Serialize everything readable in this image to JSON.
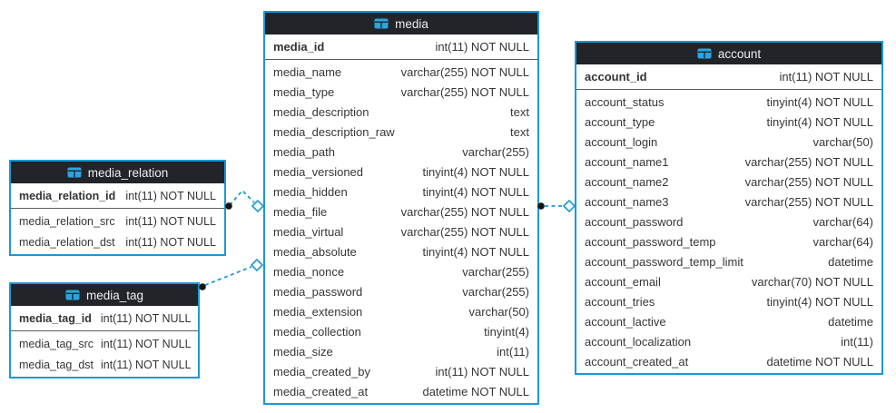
{
  "colors": {
    "accent_blue": "#1b98d4",
    "header_bg": "#212428",
    "header_text": "#edeff1",
    "row_text": "#363636",
    "pk_divider": "#5c5c5c",
    "connector_dot": "#141414",
    "icon_blue": "#2aa5e0"
  },
  "tables": {
    "media": {
      "title": "media",
      "icon": "table-icon",
      "primary_key": {
        "name": "media_id",
        "type": "int(11) NOT NULL"
      },
      "columns": [
        {
          "name": "media_name",
          "type": "varchar(255) NOT NULL"
        },
        {
          "name": "media_type",
          "type": "varchar(255) NOT NULL"
        },
        {
          "name": "media_description",
          "type": "text"
        },
        {
          "name": "media_description_raw",
          "type": "text"
        },
        {
          "name": "media_path",
          "type": "varchar(255)"
        },
        {
          "name": "media_versioned",
          "type": "tinyint(4) NOT NULL"
        },
        {
          "name": "media_hidden",
          "type": "tinyint(4) NOT NULL"
        },
        {
          "name": "media_file",
          "type": "varchar(255) NOT NULL"
        },
        {
          "name": "media_virtual",
          "type": "varchar(255) NOT NULL"
        },
        {
          "name": "media_absolute",
          "type": "tinyint(4) NOT NULL"
        },
        {
          "name": "media_nonce",
          "type": "varchar(255)"
        },
        {
          "name": "media_password",
          "type": "varchar(255)"
        },
        {
          "name": "media_extension",
          "type": "varchar(50)"
        },
        {
          "name": "media_collection",
          "type": "tinyint(4)"
        },
        {
          "name": "media_size",
          "type": "int(11)"
        },
        {
          "name": "media_created_by",
          "type": "int(11) NOT NULL"
        },
        {
          "name": "media_created_at",
          "type": "datetime NOT NULL"
        }
      ]
    },
    "account": {
      "title": "account",
      "icon": "table-icon",
      "primary_key": {
        "name": "account_id",
        "type": "int(11) NOT NULL"
      },
      "columns": [
        {
          "name": "account_status",
          "type": "tinyint(4) NOT NULL"
        },
        {
          "name": "account_type",
          "type": "tinyint(4) NOT NULL"
        },
        {
          "name": "account_login",
          "type": "varchar(50)"
        },
        {
          "name": "account_name1",
          "type": "varchar(255) NOT NULL"
        },
        {
          "name": "account_name2",
          "type": "varchar(255) NOT NULL"
        },
        {
          "name": "account_name3",
          "type": "varchar(255) NOT NULL"
        },
        {
          "name": "account_password",
          "type": "varchar(64)"
        },
        {
          "name": "account_password_temp",
          "type": "varchar(64)"
        },
        {
          "name": "account_password_temp_limit",
          "type": "datetime"
        },
        {
          "name": "account_email",
          "type": "varchar(70) NOT NULL"
        },
        {
          "name": "account_tries",
          "type": "tinyint(4) NOT NULL"
        },
        {
          "name": "account_lactive",
          "type": "datetime"
        },
        {
          "name": "account_localization",
          "type": "int(11)"
        },
        {
          "name": "account_created_at",
          "type": "datetime NOT NULL"
        }
      ]
    },
    "media_relation": {
      "title": "media_relation",
      "icon": "table-icon",
      "primary_key": {
        "name": "media_relation_id",
        "type": "int(11) NOT NULL"
      },
      "columns": [
        {
          "name": "media_relation_src",
          "type": "int(11) NOT NULL"
        },
        {
          "name": "media_relation_dst",
          "type": "int(11) NOT NULL"
        }
      ]
    },
    "media_tag": {
      "title": "media_tag",
      "icon": "table-icon",
      "primary_key": {
        "name": "media_tag_id",
        "type": "int(11) NOT NULL"
      },
      "columns": [
        {
          "name": "media_tag_src",
          "type": "int(11) NOT NULL"
        },
        {
          "name": "media_tag_dst",
          "type": "int(11) NOT NULL"
        }
      ]
    }
  },
  "relations": [
    {
      "from": "media_relation",
      "to": "media",
      "line_style": "dashed",
      "start_marker": "dot",
      "end_marker": "open-diamond"
    },
    {
      "from": "media_tag",
      "to": "media",
      "line_style": "dashed",
      "start_marker": "dot",
      "end_marker": "open-diamond"
    },
    {
      "from": "media",
      "to": "account",
      "line_style": "dashed",
      "start_marker": "dot",
      "end_marker": "open-diamond"
    }
  ]
}
